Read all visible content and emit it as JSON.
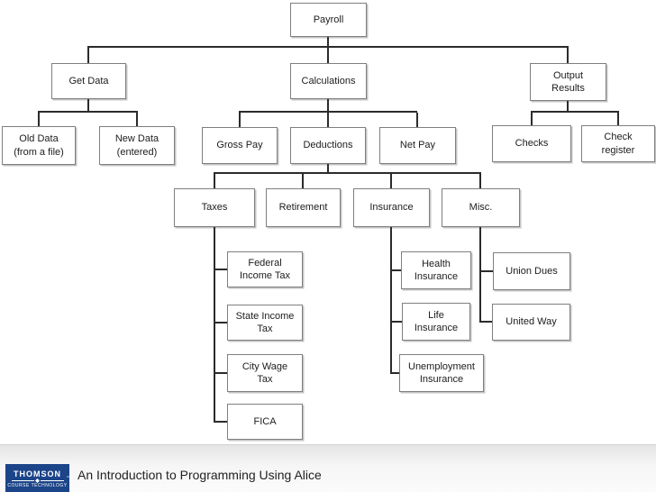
{
  "diagram": {
    "title_node": "Payroll",
    "nodes": {
      "payroll": {
        "label": "Payroll"
      },
      "get_data": {
        "label": "Get Data"
      },
      "calculations": {
        "label": "Calculations"
      },
      "output_results": {
        "label": "Output\nResults"
      },
      "old_data": {
        "label": "Old Data\n(from a file)"
      },
      "new_data": {
        "label": "New Data\n(entered)"
      },
      "gross_pay": {
        "label": "Gross Pay"
      },
      "deductions": {
        "label": "Deductions"
      },
      "net_pay": {
        "label": "Net Pay"
      },
      "checks": {
        "label": "Checks"
      },
      "check_register": {
        "label": "Check\nregister"
      },
      "taxes": {
        "label": "Taxes"
      },
      "retirement": {
        "label": "Retirement"
      },
      "insurance": {
        "label": "Insurance"
      },
      "misc": {
        "label": "Misc."
      },
      "federal_income_tax": {
        "label": "Federal\nIncome Tax"
      },
      "state_income_tax": {
        "label": "State Income\nTax"
      },
      "city_wage_tax": {
        "label": "City Wage\nTax"
      },
      "fica": {
        "label": "FICA"
      },
      "health_insurance": {
        "label": "Health\nInsurance"
      },
      "life_insurance": {
        "label": "Life\nInsurance"
      },
      "unemployment_insurance": {
        "label": "Unemployment\nInsurance"
      },
      "union_dues": {
        "label": "Union Dues"
      },
      "united_way": {
        "label": "United Way"
      }
    },
    "edges": [
      [
        "payroll",
        "get_data"
      ],
      [
        "payroll",
        "calculations"
      ],
      [
        "payroll",
        "output_results"
      ],
      [
        "get_data",
        "old_data"
      ],
      [
        "get_data",
        "new_data"
      ],
      [
        "calculations",
        "gross_pay"
      ],
      [
        "calculations",
        "deductions"
      ],
      [
        "calculations",
        "net_pay"
      ],
      [
        "output_results",
        "checks"
      ],
      [
        "output_results",
        "check_register"
      ],
      [
        "deductions",
        "taxes"
      ],
      [
        "deductions",
        "retirement"
      ],
      [
        "deductions",
        "insurance"
      ],
      [
        "deductions",
        "misc"
      ],
      [
        "taxes",
        "federal_income_tax"
      ],
      [
        "taxes",
        "state_income_tax"
      ],
      [
        "taxes",
        "city_wage_tax"
      ],
      [
        "taxes",
        "fica"
      ],
      [
        "insurance",
        "health_insurance"
      ],
      [
        "insurance",
        "life_insurance"
      ],
      [
        "insurance",
        "unemployment_insurance"
      ],
      [
        "misc",
        "union_dues"
      ],
      [
        "misc",
        "united_way"
      ]
    ]
  },
  "footer": {
    "logo": {
      "brand": "THOMSON",
      "sub": "COURSE TECHNOLOGY",
      "tm": "™"
    },
    "title": "An Introduction to Programming Using Alice"
  },
  "colors": {
    "connector": "#2b2b2b",
    "box_border": "#7f7f7f",
    "logo_blue": "#1c4489",
    "footer_band": "#efefef"
  }
}
